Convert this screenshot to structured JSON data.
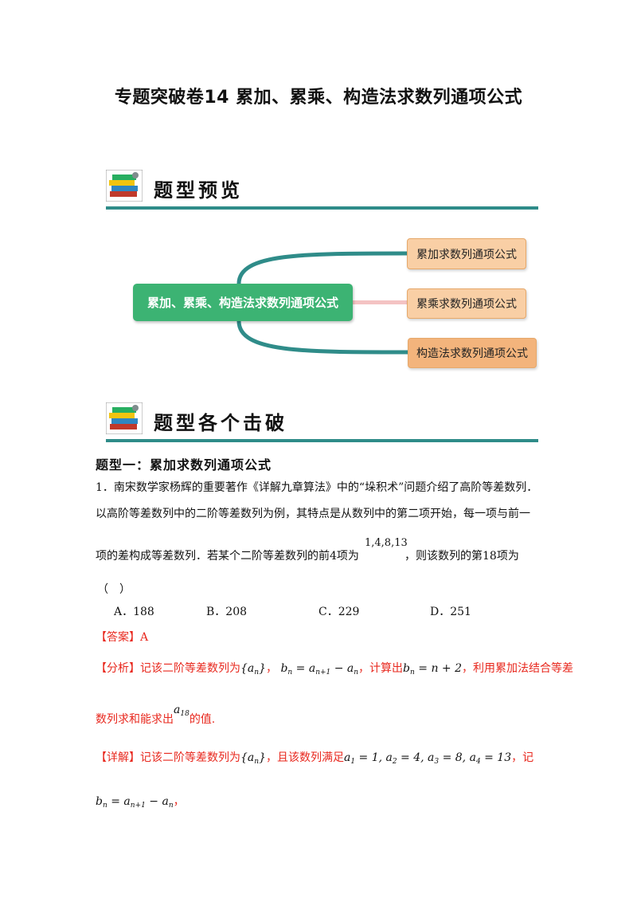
{
  "title": "专题突破卷14  累加、累乘、构造法求数列通项公式",
  "banner1": "题型预览",
  "banner2": "题型各个击破",
  "mindmap": {
    "center": "累加、累乘、构造法求数列通项公式",
    "leaf1": "累加求数列通项公式",
    "leaf2": "累乘求数列通项公式",
    "leaf3": "构造法求数列通项公式"
  },
  "section1": "题型一：累加求数列通项公式",
  "q1": {
    "line1": "1．南宋数学家杨辉的重要著作《详解九章算法》中的“垛积术”问题介绍了高阶等差数列．",
    "line2": "以高阶等差数列中的二阶等差数列为例，其特点是从数列中的第二项开始，每一项与前一",
    "line3a": "项的差构成等差数列．若某个二阶等差数列的前4项为",
    "seq": "1,4,8,13",
    "line3b": "，则该数列的第18项为",
    "paren": "（　）",
    "options": [
      "A．188",
      "B．208",
      "C．229",
      "D．251"
    ]
  },
  "answer": {
    "label": "【答案】",
    "value": "A"
  },
  "analysis": {
    "label": "【分析】",
    "t1": "记该二阶等差数列为",
    "t2": "，",
    "t3": "，计算出",
    "t4": "，利用累加法结合等差",
    "t5": "数列求和能求出",
    "t6": "的值."
  },
  "detail": {
    "label": "【详解】",
    "t1": "记该二阶等差数列为",
    "t2": "，且该数列满足",
    "t3": "，记",
    "t4": "，"
  },
  "colors": {
    "accent": "#2f8c89",
    "red": "#e8281e",
    "green": "#3cb373",
    "orange": "#f9cfa5"
  }
}
